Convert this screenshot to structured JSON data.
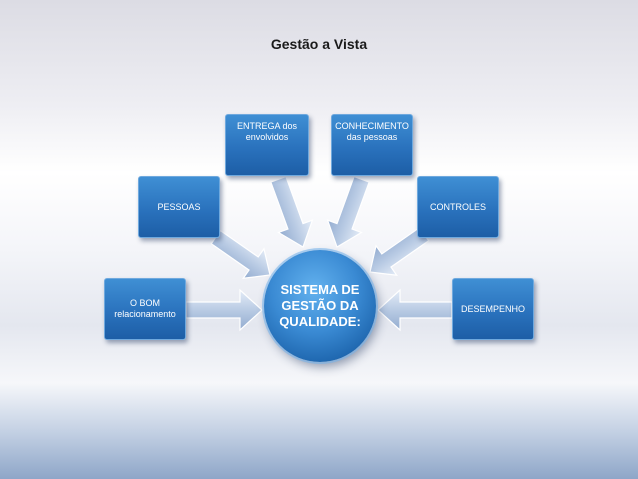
{
  "title": "Gestão a Vista",
  "center": {
    "label": "SISTEMA DE GESTÃO DA QUALIDADE:"
  },
  "boxes": {
    "bom_relacionamento": "O BOM relacionamento",
    "pessoas": "PESSOAS",
    "entrega": "ENTREGA dos envolvidos",
    "conhecimento": "CONHECIMENTO das pessoas",
    "controles": "CONTROLES",
    "desempenho": "DESEMPENHO"
  },
  "colors": {
    "box_fill": "#2a72bd",
    "circle_fill": "#3a8ad3",
    "arrow_fill": "#b8c9e2"
  }
}
